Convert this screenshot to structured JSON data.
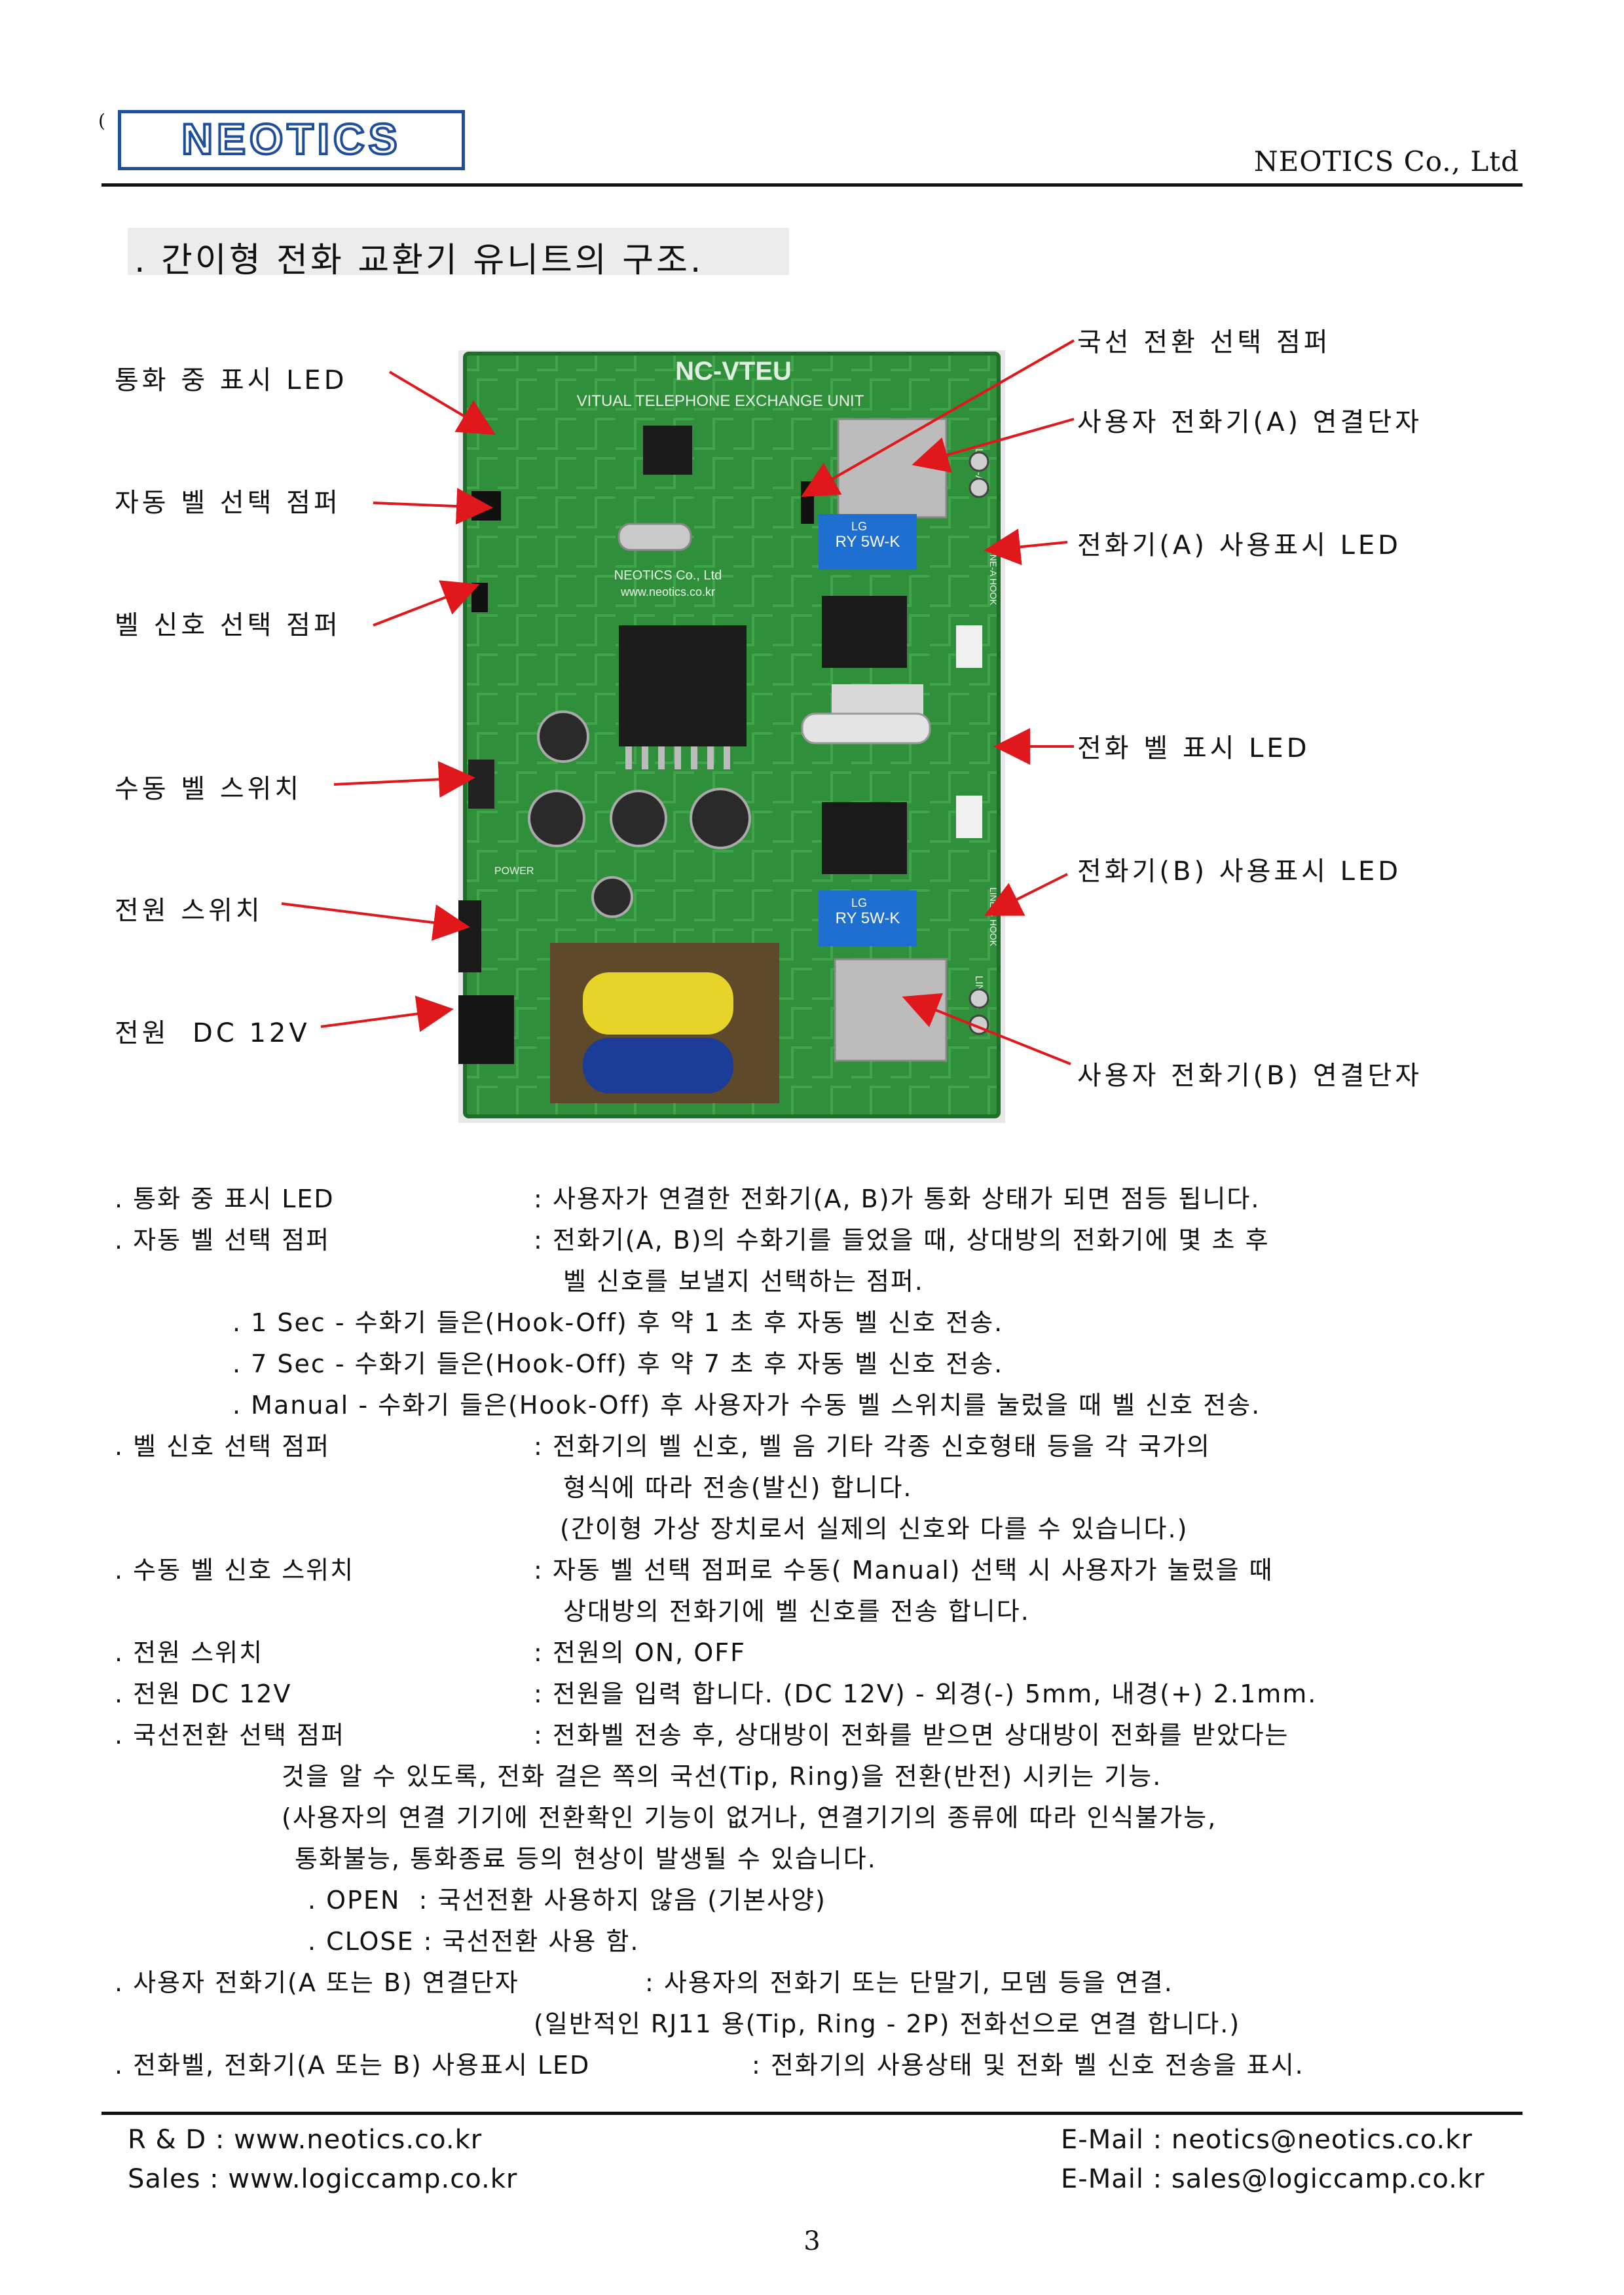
{
  "header": {
    "paren": "(",
    "logo_text": "NEOTICS",
    "company": "NEOTICS Co., Ltd"
  },
  "title": ". 간이형 전화 교환기 유니트의 구조.",
  "board": {
    "model": "NC-VTEU",
    "subtitle": "VITUAL TELEPHONE EXCHANGE UNIT",
    "maker": "NEOTICS Co., Ltd",
    "url": "www.neotics.co.kr",
    "relay_label": "RY 5W-K",
    "relay_brand": "LG",
    "label_line_a": "LINE-A",
    "label_line_b": "LINE-B",
    "label_line_a_hook": "LINE-A HOOK",
    "label_line_b_hook": "LINE-B HOOK",
    "label_power": "POWER"
  },
  "callouts": {
    "in_call_led": "통화 중 표시 LED",
    "auto_bell_jumper": "자동 벨 선택 점퍼",
    "bell_signal_jumper": "벨 신호 선택 점퍼",
    "manual_bell_switch": "수동 벨 스위치",
    "power_switch": "전원 스위치",
    "power_dc": "전원  DC 12V",
    "line_switch_jumper": "국선 전환 선택 점퍼",
    "phone_a_terminal": "사용자 전화기(A) 연결단자",
    "phone_a_led": "전화기(A) 사용표시 LED",
    "bell_led": "전화 벨 표시 LED",
    "phone_b_led": "전화기(B) 사용표시 LED",
    "phone_b_terminal": "사용자 전화기(B) 연결단자"
  },
  "descriptions": [
    {
      "label": ". 통화 중 표시 LED",
      "text": ": 사용자가 연결한 전화기(A, B)가 통화 상태가 되면 점등 됩니다."
    },
    {
      "label": ". 자동 벨 선택 점퍼",
      "text": ": 전화기(A, B)의 수화기를 들었을 때, 상대방의 전화기에 몇 초 후"
    },
    {
      "label": "",
      "text": "벨 신호를 보낼지 선택하는 점퍼."
    },
    {
      "label": "",
      "text": ". 1 Sec - 수화기 들은(Hook-Off) 후 약 1 초 후 자동 벨 신호 전송."
    },
    {
      "label": "",
      "text": ". 7 Sec - 수화기 들은(Hook-Off) 후 약 7 초 후 자동 벨 신호 전송."
    },
    {
      "label": "",
      "text": ". Manual - 수화기 들은(Hook-Off) 후 사용자가 수동 벨 스위치를 눌렀을 때 벨 신호 전송."
    },
    {
      "label": ". 벨 신호 선택 점퍼",
      "text": ": 전화기의 벨 신호, 벨 음 기타 각종 신호형태 등을 각 국가의"
    },
    {
      "label": "",
      "text": "형식에 따라 전송(발신) 합니다."
    },
    {
      "label": "",
      "text": "(간이형 가상 장치로서 실제의 신호와 다를 수 있습니다.)"
    },
    {
      "label": ". 수동 벨 신호 스위치",
      "text": ": 자동 벨 선택 점퍼로 수동( Manual) 선택 시 사용자가 눌렀을 때"
    },
    {
      "label": "",
      "text": "상대방의 전화기에 벨 신호를 전송 합니다."
    },
    {
      "label": ". 전원 스위치",
      "text": ": 전원의 ON, OFF"
    },
    {
      "label": ". 전원 DC 12V",
      "text": ": 전원을 입력 합니다. (DC 12V) - 외경(-) 5mm, 내경(+) 2.1mm."
    },
    {
      "label": ". 국선전환 선택 점퍼",
      "text": ": 전화벨 전송 후, 상대방이 전화를 받으면 상대방이 전화를 받았다는"
    },
    {
      "label": "",
      "text": "것을 알 수 있도록, 전화 걸은 쪽의 국선(Tip, Ring)을 전환(반전) 시키는 기능."
    },
    {
      "label": "",
      "text": "(사용자의 연결 기기에 전환확인 기능이 없거나, 연결기기의 종류에 따라 인식불가능,"
    },
    {
      "label": "",
      "text": "통화불능, 통화종료 등의 현상이 발생될 수 있습니다."
    },
    {
      "label": "",
      "text": ". OPEN  : 국선전환 사용하지 않음 (기본사양)"
    },
    {
      "label": "",
      "text": ". CLOSE : 국선전환 사용 함."
    },
    {
      "label": ". 사용자 전화기(A 또는 B) 연결단자",
      "text": ": 사용자의 전화기 또는 단말기, 모뎀 등을 연결."
    },
    {
      "label": "",
      "text": "(일반적인 RJ11 용(Tip, Ring - 2P) 전화선으로 연결 합니다.)"
    },
    {
      "label": ". 전화벨, 전화기(A 또는 B) 사용표시 LED",
      "text": ": 전화기의 사용상태 및 전화 벨 신호 전송을 표시."
    }
  ],
  "footer": {
    "rd": "R & D : www.neotics.co.kr",
    "sales": "Sales : www.logiccamp.co.kr",
    "email_rd": "E-Mail : neotics@neotics.co.kr",
    "email_sales": "E-Mail : sales@logiccamp.co.kr"
  },
  "page_number": "3"
}
